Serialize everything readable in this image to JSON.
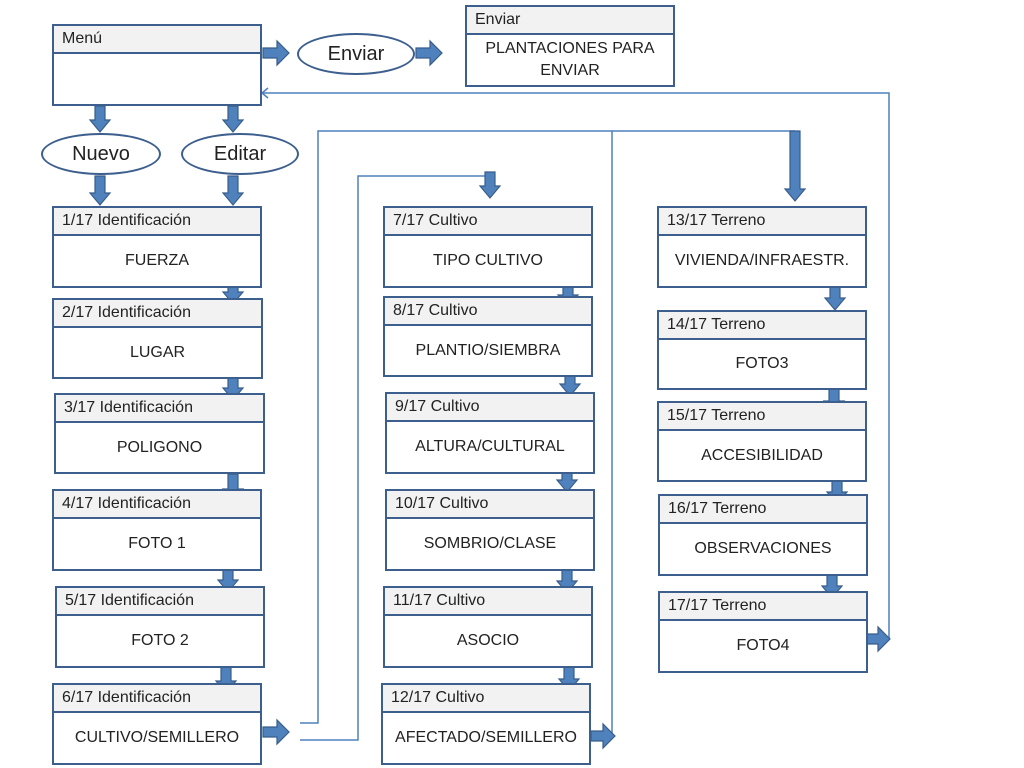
{
  "menu": {
    "header": "Menú",
    "body": ""
  },
  "send_oval": "Enviar",
  "send_box": {
    "header": "Enviar",
    "body": "PLANTACIONES PARA ENVIAR"
  },
  "new_oval": "Nuevo",
  "edit_oval": "Editar",
  "identificacion": [
    {
      "header": "1/17 Identificación",
      "body": "FUERZA"
    },
    {
      "header": "2/17 Identificación",
      "body": "LUGAR"
    },
    {
      "header": "3/17 Identificación",
      "body": "POLIGONO"
    },
    {
      "header": "4/17 Identificación",
      "body": "FOTO 1"
    },
    {
      "header": "5/17 Identificación",
      "body": "FOTO 2"
    },
    {
      "header": "6/17 Identificación",
      "body": "CULTIVO/SEMILLERO"
    }
  ],
  "cultivo": [
    {
      "header": "7/17 Cultivo",
      "body": "TIPO CULTIVO"
    },
    {
      "header": "8/17 Cultivo",
      "body": "PLANTIO/SIEMBRA"
    },
    {
      "header": "9/17 Cultivo",
      "body": "ALTURA/CULTURAL"
    },
    {
      "header": "10/17 Cultivo",
      "body": "SOMBRIO/CLASE"
    },
    {
      "header": "11/17 Cultivo",
      "body": "ASOCIO"
    },
    {
      "header": "12/17 Cultivo",
      "body": "AFECTADO/SEMILLERO"
    }
  ],
  "terreno": [
    {
      "header": "13/17 Terreno",
      "body": "VIVIENDA/INFRAESTR."
    },
    {
      "header": "14/17 Terreno",
      "body": "FOTO3"
    },
    {
      "header": "15/17 Terreno",
      "body": "ACCESIBILIDAD"
    },
    {
      "header": "16/17 Terreno",
      "body": "OBSERVACIONES"
    },
    {
      "header": "17/17 Terreno",
      "body": "FOTO4"
    }
  ],
  "colors": {
    "border": "#3d5f8e",
    "arrow_fill": "#4f81bd",
    "arrow_stroke": "#385d8a",
    "line": "#4f81bd",
    "header_bg": "#f2f2f2"
  }
}
